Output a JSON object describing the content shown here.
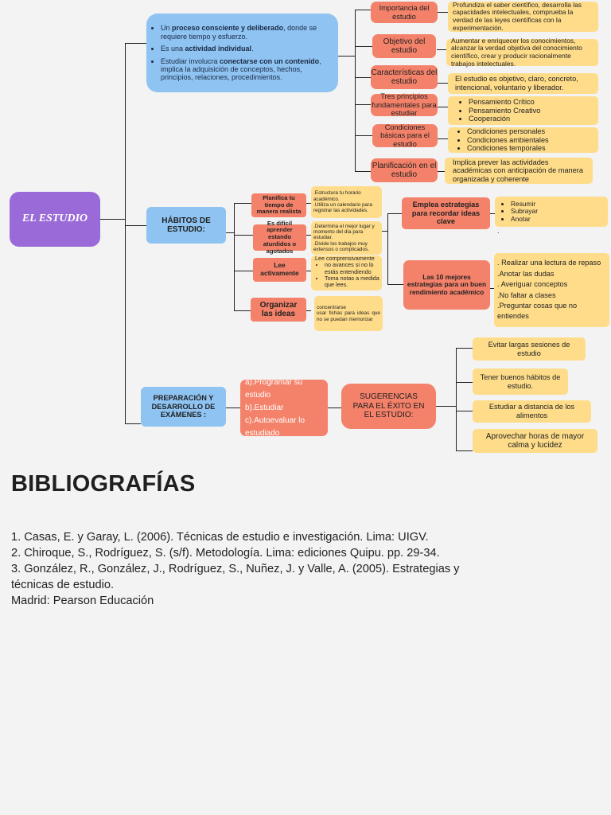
{
  "root": "EL ESTUDIO",
  "intro": {
    "items": [
      {
        "pre": "Un ",
        "bold": "proceso consciente y deliberado",
        "post": ", donde se requiere tiempo y esfuerzo."
      },
      {
        "pre": "Es una ",
        "bold": "actividad individual",
        "post": "."
      },
      {
        "pre": "Estudiar involucra ",
        "bold": "conectarse con un contenido",
        "post": ", implica la adquisición de conceptos, hechos, principios, relaciones, procedimientos."
      }
    ]
  },
  "aspects": [
    {
      "label": "Importancia del estudio",
      "desc": "Profundiza el saber científico, desarrolla las capacidades intelectuales, comprueba la verdad de las leyes científicas con la experimentación."
    },
    {
      "label": "Objetivo del estudio",
      "desc": "Aumentar e enriquecer los conocimientos, alcanzar la verdad objetiva del conocimiento científico, crear y producir racionalmente trabajos intelectuales."
    },
    {
      "label": "Características del estudio",
      "desc": "El estudio es objetivo, claro, concreto, intencional, voluntario y liberador."
    },
    {
      "label": "Tres principios fundamentales para estudiar",
      "items": [
        "Pensamiento Crítico",
        "Pensamiento Creativo",
        "Cooperación"
      ]
    },
    {
      "label": "Condiciones básicas para el estudio",
      "items": [
        "Condiciones  personales",
        "Condiciones  ambientales",
        "Condiciones temporales"
      ]
    },
    {
      "label": "Planificación en el estudio",
      "desc": "Implica prever las actividades académicas con anticipación de manera organizada y coherente"
    }
  ],
  "habits": {
    "label": "HÁBITOS DE ESTUDIO:",
    "items": [
      {
        "label": "Planifica tu tiempo de manera realista",
        "note": ".Estructura tu horario académico.\n.Utiliza un calendario para registrar las actividades."
      },
      {
        "label": "Es difícil aprender estando aturdidos o agotados",
        "note": ".Determina el mejor lugar y momento del día para estudiar.\n.Divide los trabajos muy extensos o complicados."
      },
      {
        "label": "Lee activamente",
        "note_title": ".Lee comprensivamente",
        "note_items": [
          "no avances si no lo estás entendiendo",
          "Toma notas a medida que lees."
        ]
      },
      {
        "label": "Organizar las ideas",
        "note": "concentrarse\nusar fichas para ideas que no se puedan memorizar"
      }
    ],
    "strategies": {
      "label": "Emplea estrategias para recordar ideas clave",
      "items": [
        "Resumir",
        "Subrayar",
        "Anotar"
      ],
      "trail": "."
    },
    "best": {
      "label": "Las 10 mejores estrategias para un buen rendimiento académico",
      "items": [
        ". Realizar una lectura de repaso",
        ".Anotar las dudas",
        ". Averiguar conceptos",
        ".No faltar a clases",
        ".Preguntar cosas que no entiendes"
      ]
    }
  },
  "exams": {
    "label": "PREPARACIÓN Y DESARROLLO DE EXÁMENES :",
    "steps": [
      "a).Programar su estudio",
      "b).Estudiar",
      "c).Autoevaluar lo estudiado"
    ],
    "suggest_label": "SUGERENCIAS PARA EL ÉXITO EN EL ESTUDIO:",
    "suggestions": [
      "Evitar largas sesiones de estudio",
      "Tener buenos hábitos de estudio.",
      "Estudiar a distancia de los alimentos",
      "Aprovechar  horas  de mayor calma  y  lucidez"
    ]
  },
  "bibliography": {
    "title": "BIBLIOGRAFÍAS",
    "lines": [
      "1. Casas, E. y Garay, L. (2006). Técnicas de estudio e investigación. Lima: UIGV.",
      "2. Chiroque, S., Rodríguez, S. (s/f). Metodología.  Lima: ediciones Quipu. pp. 29-34.",
      "3. González, R., González, J., Rodríguez, S., Nuñez, J. y Valle, A. (2005). Estrategias y",
      "técnicas de estudio.",
      "Madrid: Pearson Educación"
    ]
  }
}
